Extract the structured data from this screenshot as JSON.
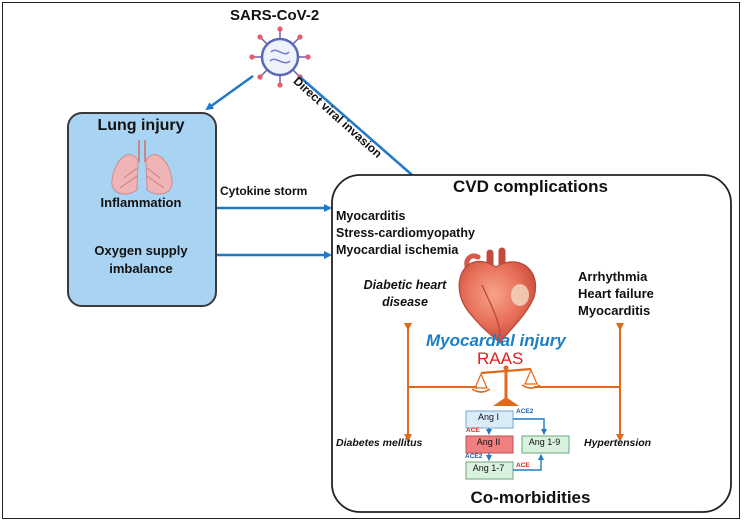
{
  "virus": {
    "label": "SARS-CoV-2"
  },
  "lung": {
    "title": "Lung injury",
    "item1": "Inflammation",
    "item2_line1": "Oxygen supply",
    "item2_line2": "imbalance"
  },
  "arrows": {
    "direct_invasion": "Direct viral invasion",
    "cytokine": "Cytokine storm"
  },
  "cvd": {
    "title": "CVD complications",
    "list": [
      "Myocarditis",
      "Stress-cardiomyopathy",
      "Myocardial ischemia"
    ],
    "right_list": [
      "Arrhythmia",
      "Heart failure",
      "Myocarditis"
    ],
    "diabetic_line1": "Diabetic heart",
    "diabetic_line2": "disease",
    "myocardial_injury": "Myocardial injury",
    "raas": "RAAS",
    "diabetes": "Diabetes mellitus",
    "hypertension": "Hypertension",
    "comorbid": "Co-morbidities"
  },
  "ang": {
    "ang1": "Ang I",
    "ang2": "Ang II",
    "ang17": "Ang 1-7",
    "ang19": "Ang 1-9",
    "ace_a": "ACE",
    "ace2_a": "ACE2",
    "ace2_b": "ACE2",
    "ace_b": "ACE"
  },
  "colors": {
    "arrow_blue": "#1f78c8",
    "lung_fill": "#a9d3f2",
    "orange": "#e06a1b",
    "mi_blue": "#1d7fc4",
    "raas_red": "#e02020",
    "ang1_fill": "#d9ecf8",
    "ang2_fill": "#f08080",
    "ang_green": "#d9f2df"
  }
}
